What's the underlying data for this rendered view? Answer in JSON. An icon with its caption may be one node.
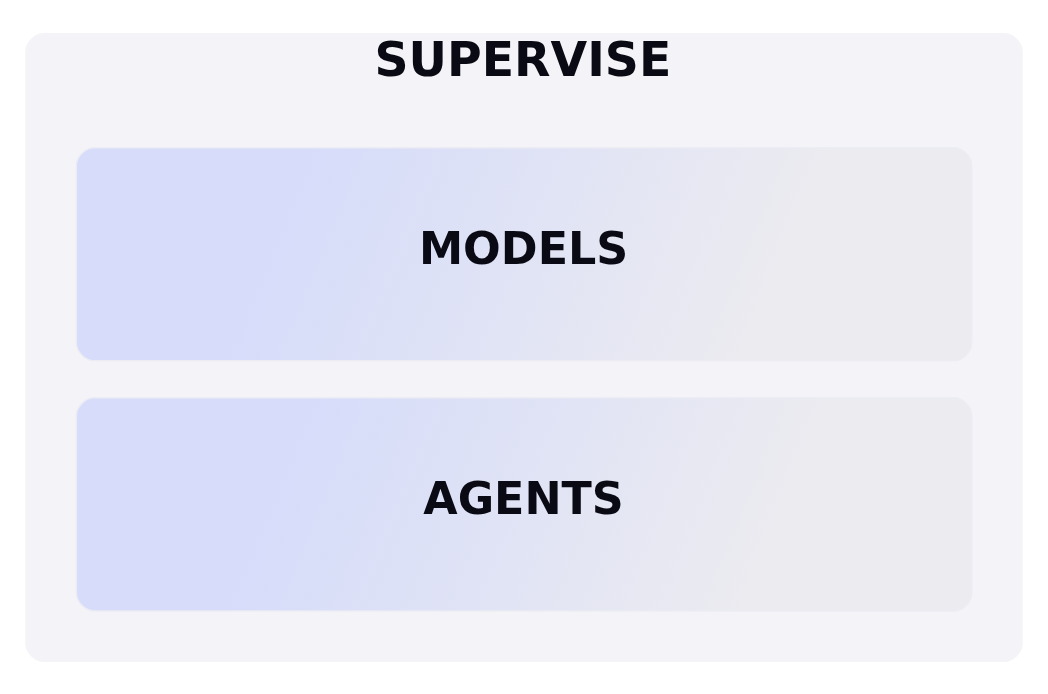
{
  "diagram": {
    "nodes": [
      {
        "text": [
          "SUPERVISE"
        ]
      },
      {
        "text": [
          "MODELS"
        ],
        "in": 0
      },
      {
        "text": [
          "AGENTS"
        ],
        "in": 0
      }
    ]
  }
}
